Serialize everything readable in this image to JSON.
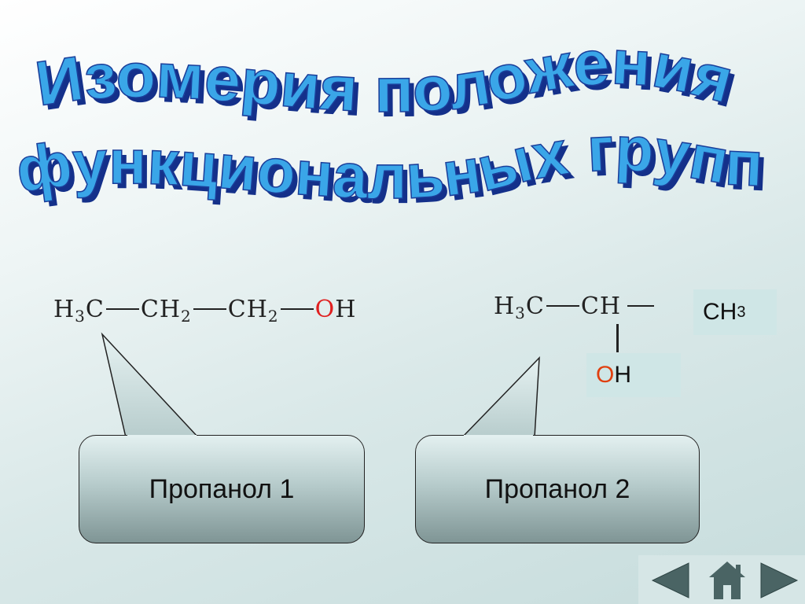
{
  "title": {
    "line1": "Изомерия положения",
    "line2": "функциональных групп"
  },
  "formula1": {
    "h3c": "H",
    "h3c_sub": "3",
    "h3c_tail": "C",
    "ch2a": "CH",
    "ch2a_sub": "2",
    "ch2b": "CH",
    "ch2b_sub": "2",
    "o": "O",
    "h": "H"
  },
  "formula2": {
    "h3c": "H",
    "h3c_sub": "3",
    "h3c_tail": "C",
    "ch": "CH",
    "ch3": "CH",
    "ch3_sub": "3",
    "o": "O",
    "h": "H"
  },
  "callouts": {
    "left_label": "Пропанол 1",
    "right_label": "Пропанол 2"
  },
  "nav": {
    "prev_icon": "triangle-left-icon",
    "home_icon": "house-icon",
    "next_icon": "triangle-right-icon"
  },
  "colors": {
    "title_fill": "#3aa6e8",
    "title_stroke": "#1a3e9a",
    "oxygen": "#e02020",
    "nav_arrow": "#4a6464"
  }
}
